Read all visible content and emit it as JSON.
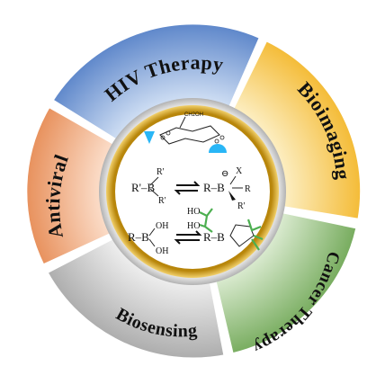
{
  "segments": [
    {
      "label": "HIV Therapy",
      "color": "#4a7bc8"
    },
    {
      "label": "Bioimaging",
      "color": "#f2b51e"
    },
    {
      "label": "Cancer Therapy",
      "color": "#6aa84f"
    },
    {
      "label": "Biosensing",
      "color": "#a6a6a6"
    },
    {
      "label": "Antiviral",
      "color": "#e8834a"
    }
  ],
  "center": {
    "accent_color": "#29b6f6",
    "sugar_label": "CH2OH",
    "reaction1": {
      "left": "R'–B",
      "sub_top": "R'",
      "sub_bottom": "R'",
      "right": "R–B",
      "charge": "⊖",
      "x_label": "X",
      "right_r": "R",
      "right_rprime": "R'"
    },
    "reaction2": {
      "left": "R–B",
      "oh_top": "OH",
      "oh_bottom": "OH",
      "diol_ho1": "HO",
      "diol_ho2": "HO",
      "right": "R–B"
    }
  }
}
